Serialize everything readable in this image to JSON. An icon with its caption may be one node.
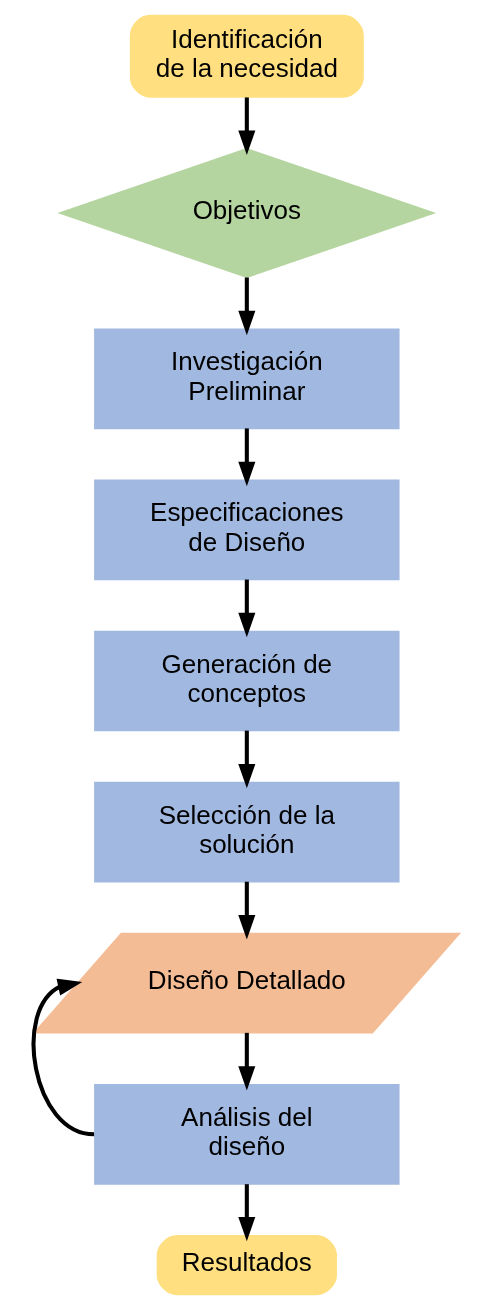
{
  "diagram": {
    "nodes": [
      {
        "text": [
          "Identificación de la necesidad"
        ]
      },
      {
        "text": [
          "Objetivos"
        ]
      },
      {
        "text": [
          "Investigación Preliminar"
        ]
      },
      {
        "text": [
          "Especificaciones de Diseño"
        ]
      },
      {
        "text": [
          "Generación de conceptos"
        ]
      },
      {
        "text": [
          "Selección de la solución"
        ]
      },
      {
        "text": [
          "Diseño Detallado"
        ]
      },
      {
        "text": [
          "Análisis del diseño"
        ]
      },
      {
        "text": [
          "Resultados"
        ]
      }
    ],
    "edges": [
      {
        "from": 0,
        "to": 1,
        "arrow": "to"
      },
      {
        "from": 1,
        "to": 2,
        "arrow": "to"
      },
      {
        "from": 2,
        "to": 3,
        "arrow": "to"
      },
      {
        "from": 3,
        "to": 4,
        "arrow": "to"
      },
      {
        "from": 4,
        "to": 5,
        "arrow": "to"
      },
      {
        "from": 5,
        "to": 6,
        "arrow": "to"
      },
      {
        "from": 6,
        "to": 7,
        "arrow": "to"
      },
      {
        "from": 7,
        "to": 8,
        "arrow": "to"
      },
      {
        "from": 7,
        "to": 6,
        "arrow": "to"
      }
    ]
  }
}
